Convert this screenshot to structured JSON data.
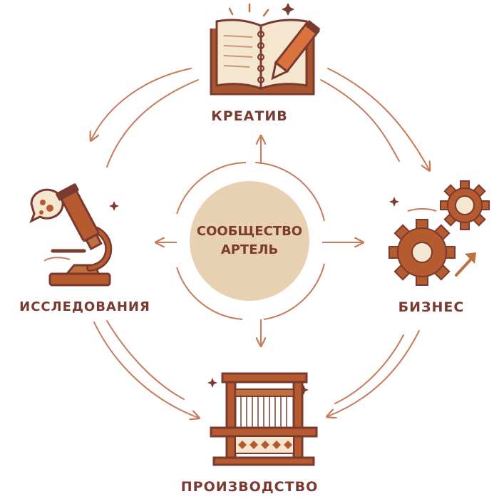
{
  "hub": {
    "line1": "СООБЩЕСТВО",
    "line2": "АРТЕЛЬ"
  },
  "nodes": {
    "top": {
      "label": "КРЕАТИВ",
      "icon": "book-pencil-icon"
    },
    "right": {
      "label": "БИЗНЕС",
      "icon": "gears-icon"
    },
    "bottom": {
      "label": "ПРОИЗВОДСТВО",
      "icon": "loom-icon"
    },
    "left": {
      "label": "ИССЛЕДОВАНИЯ",
      "icon": "microscope-icon"
    }
  },
  "colors": {
    "primary": "#7a3a30",
    "accent": "#c0703f",
    "hub_fill": "#e8d0b3",
    "cream": "#f5e6cf",
    "arrow": "#c87a5a"
  }
}
